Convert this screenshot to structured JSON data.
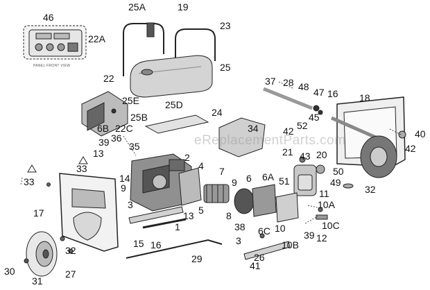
{
  "diagram": {
    "panel_caption": "PANEL FRONT VIEW",
    "watermark": "eReplacementParts.com",
    "callouts": [
      "46",
      "22A",
      "25A",
      "19",
      "23",
      "25",
      "22",
      "25E",
      "25B",
      "25D",
      "24",
      "37",
      "28",
      "48",
      "47",
      "16",
      "18",
      "45",
      "6B",
      "22C",
      "34",
      "42",
      "52",
      "40",
      "42",
      "39",
      "36",
      "13",
      "35",
      "21",
      "43",
      "20",
      "50",
      "49",
      "32",
      "33",
      "2",
      "4",
      "7",
      "6",
      "6A",
      "51",
      "11",
      "33",
      "14",
      "9",
      "9",
      "10A",
      "17",
      "3",
      "13",
      "5",
      "8",
      "38",
      "6C",
      "10",
      "10C",
      "1",
      "39",
      "12",
      "15",
      "16",
      "3",
      "10B",
      "32",
      "29",
      "26",
      "41",
      "30",
      "27",
      "31"
    ],
    "colors": {
      "line": "#222222",
      "fill_light": "#dcdcdc",
      "fill_mid": "#a8a8a8",
      "fill_dark": "#4a4a4a",
      "watermark": "#9a9a9a"
    }
  }
}
